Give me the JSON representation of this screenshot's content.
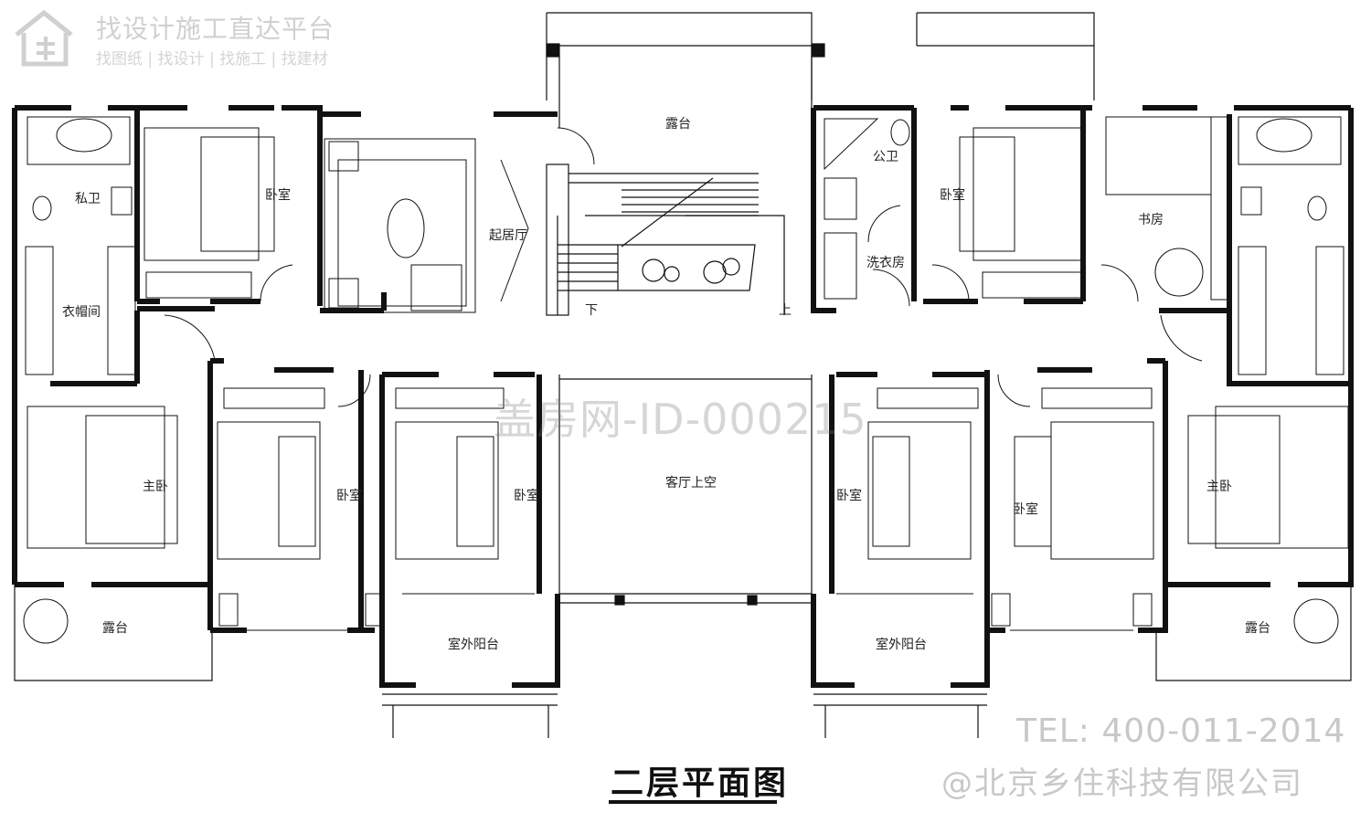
{
  "watermark": {
    "title": "找设计施工直达平台",
    "subtitle": "找图纸 | 找设计 | 找施工 | 找建材",
    "id_text": "盖房网-ID-000215",
    "tel": "TEL: 400-011-2014",
    "company": "@北京乡住科技有限公司"
  },
  "plan": {
    "title": "二层平面图",
    "rooms": {
      "private_bath": "私卫",
      "bedroom": "卧室",
      "living": "起居厅",
      "terrace_top": "露台",
      "public_bath": "公卫",
      "laundry": "洗衣房",
      "study": "书房",
      "cloakroom": "衣帽间",
      "master": "主卧",
      "void": "客厅上空",
      "terrace": "露台",
      "balcony": "室外阳台"
    },
    "stairs": {
      "down": "下",
      "up": "上"
    }
  },
  "colors": {
    "line": "#111111",
    "watermark": "#c8c8c8"
  }
}
